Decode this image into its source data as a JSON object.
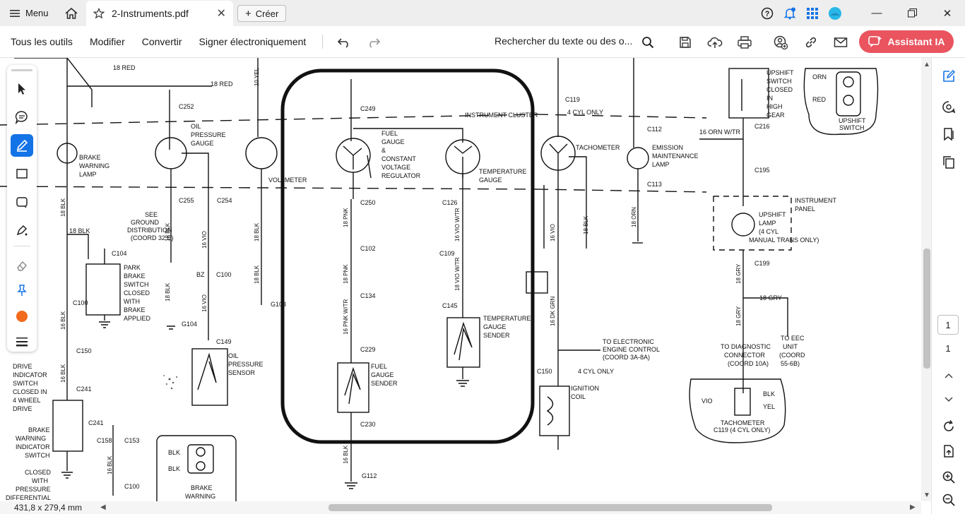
{
  "tabbar": {
    "menu_label": "Menu",
    "doc_title": "2-Instruments.pdf",
    "create_label": "Créer"
  },
  "toolbar": {
    "all_tools": "Tous les outils",
    "edit": "Modifier",
    "convert": "Convertir",
    "sign": "Signer électroniquement",
    "search_placeholder": "Rechercher du texte ou des o...",
    "ai_assistant": "Assistant IA"
  },
  "navigation": {
    "current_page": "1",
    "total_pages": "1"
  },
  "status": {
    "page_dimensions": "431,8 x 279,4 mm"
  },
  "colors": {
    "accent": "#1473e6",
    "ai_button": "#e9545f",
    "color_tool": "#f26a1b"
  },
  "diagram": {
    "left_labels": [
      "BRAKE WARNING LAMP",
      "OIL PRESSURE GAUGE",
      "VOLTMETER",
      "PARK BRAKE SWITCH CLOSED WITH BRAKE APPLIED",
      "OIL PRESSURE SENSOR",
      "BRAKE WARNING INDICATOR SWITCH",
      "DRIVE INDICATOR SWITCH CLOSED IN 4 WHEEL DRIVE",
      "CLOSED WITH PRESSURE DIFFERENTIAL",
      "BRAKE WARNING INDICATOR",
      "SEE GROUND DISTRIBUTION (COORD 32 E)"
    ],
    "fuel_gauge_label": "FUEL GAUGE & CONSTANT VOLTAGE REGULATOR",
    "temp_gauge_label": "TEMPERATURE GAUGE",
    "cluster_label": "INSTRUMENT CLUSTER",
    "fuel_sender_label": "FUEL GAUGE SENDER",
    "temp_sender_label": "TEMPERATURE GAUGE SENDER",
    "right_labels": [
      "TACHOMETER",
      "EMISSION MAINTENANCE LAMP",
      "UPSHIFT SWITCH CLOSED IN HIGH GEAR",
      "UPSHIFT SWITCH C216",
      "UPSHIFT LAMP (4 CYL MANUAL TRANS ONLY)",
      "INSTRUMENT PANEL",
      "TO ELECTRONIC ENGINE CONTROL (COORD 3A-8A)",
      "IGNITION COIL",
      "TO DIAGNOSTIC CONNECTOR (COORD 10A)",
      "TO EEC UNIT (COORD 55-6B)",
      "TACHOMETER C119 (4 CYL ONLY)",
      "4 CYL ONLY"
    ],
    "connectors": [
      "C249",
      "C250",
      "C102",
      "C134",
      "C229",
      "C230",
      "G112",
      "C126",
      "C109",
      "C145",
      "C119",
      "C112",
      "C113",
      "C216",
      "C195",
      "C199",
      "C150",
      "C252",
      "C255",
      "C254",
      "C149",
      "C104",
      "C100",
      "C241",
      "C158",
      "C153",
      "G104",
      "G103"
    ],
    "wires": [
      "18 RED",
      "16 BLK",
      "18 PNK",
      "16 PNK W/TR",
      "16 VIO W/TR",
      "16 DK GRN",
      "18 GRY",
      "16 ORN W/TR",
      "16 VIO",
      "16 BLK"
    ]
  }
}
